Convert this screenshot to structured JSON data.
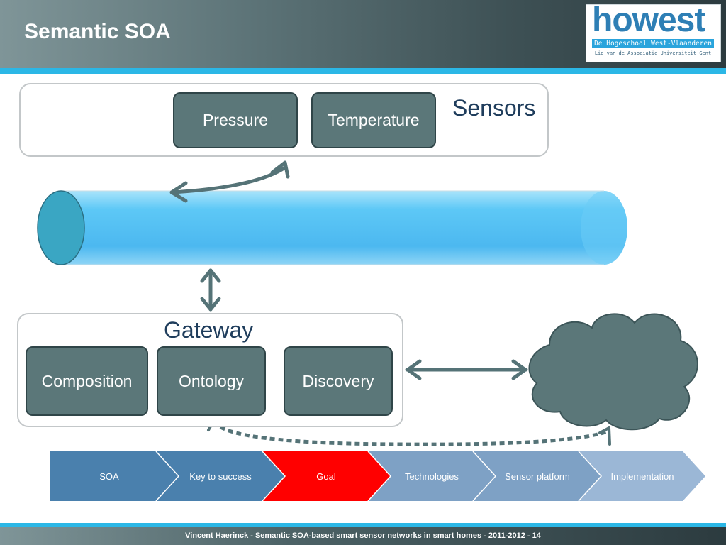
{
  "slide": {
    "title": "Semantic SOA",
    "footer": "Vincent Haerinck  -  Semantic SOA-based smart sensor networks in smart homes -  2011-2012  -  14"
  },
  "logo": {
    "word": "howest",
    "band": "De Hogeschool West-Vlaanderen",
    "sub": "Lid van de Associatie Universiteit Gent"
  },
  "sensors": {
    "label": "Sensors",
    "items": [
      "Pressure",
      "Temperature"
    ]
  },
  "gateway": {
    "label": "Gateway",
    "items": [
      "Composition",
      "Ontology",
      "Discovery"
    ]
  },
  "nav": {
    "steps": [
      {
        "label": "SOA",
        "color": "#4a80ad"
      },
      {
        "label": "Key to success",
        "color": "#4a80ad"
      },
      {
        "label": "Goal",
        "color": "#ff0000"
      },
      {
        "label": "Technologies",
        "color": "#7ea1c5"
      },
      {
        "label": "Sensor platform",
        "color": "#7ea1c5"
      },
      {
        "label": "Implementation",
        "color": "#9bb7d6"
      }
    ]
  },
  "colors": {
    "accent": "#2bb7e6",
    "box": "#5b7779",
    "arrow": "#557377",
    "bus": "#5cc8f5",
    "cloud": "#5b7779"
  }
}
